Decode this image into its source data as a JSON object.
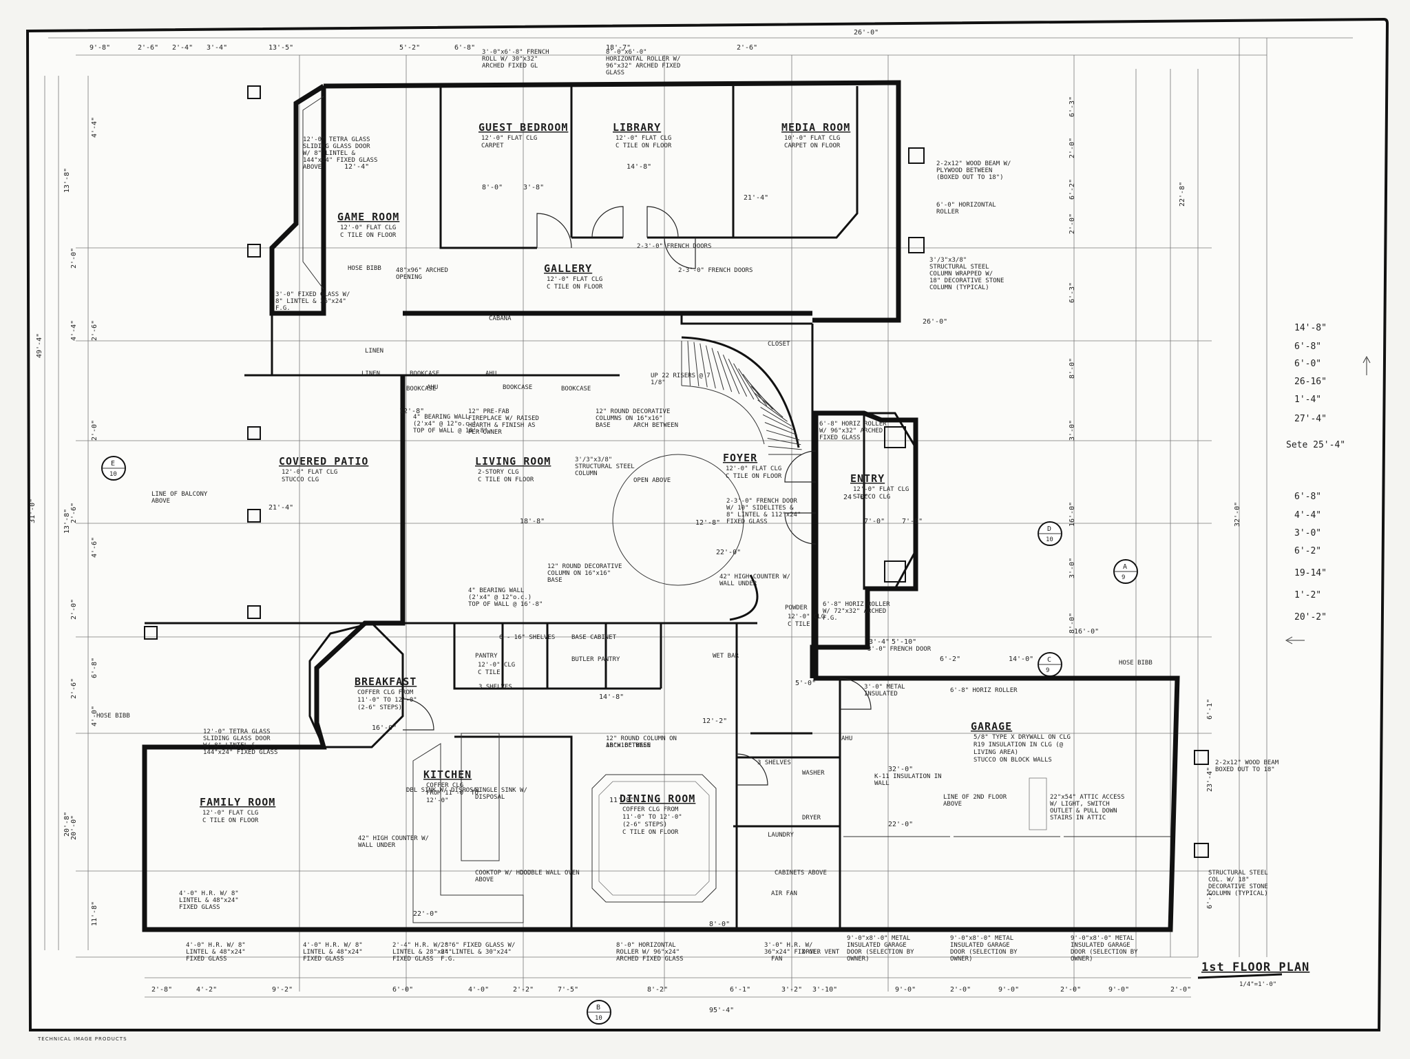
{
  "sheet": {
    "title": "1st FLOOR PLAN",
    "scale": "1/4\"=1'-0\"",
    "footer": "TECHNICAL IMAGE PRODUCTS"
  },
  "rooms": [
    {
      "id": "game-room",
      "name": "GAME ROOM",
      "notes": [
        "12'-0\" FLAT CLG",
        "C TILE ON FLOOR"
      ]
    },
    {
      "id": "guest-bedroom",
      "name": "GUEST BEDROOM",
      "notes": [
        "12'-0\" FLAT CLG",
        "CARPET"
      ]
    },
    {
      "id": "library",
      "name": "LIBRARY",
      "notes": [
        "12'-0\" FLAT CLG",
        "C TILE ON FLOOR"
      ]
    },
    {
      "id": "media-room",
      "name": "MEDIA ROOM",
      "notes": [
        "10'-0\" FLAT CLG",
        "CARPET ON FLOOR"
      ]
    },
    {
      "id": "gallery",
      "name": "GALLERY",
      "notes": [
        "12'-0\" FLAT CLG",
        "C TILE ON FLOOR"
      ]
    },
    {
      "id": "cabana",
      "name": "CABANA",
      "notes": []
    },
    {
      "id": "covered-patio",
      "name": "COVERED PATIO",
      "notes": [
        "12'-0\" FLAT CLG",
        "STUCCO CLG"
      ]
    },
    {
      "id": "living-room",
      "name": "LIVING ROOM",
      "notes": [
        "2-STORY CLG",
        "C TILE ON FLOOR"
      ]
    },
    {
      "id": "foyer",
      "name": "FOYER",
      "notes": [
        "12'-0\" FLAT CLG",
        "C TILE ON FLOOR"
      ]
    },
    {
      "id": "entry",
      "name": "ENTRY",
      "notes": [
        "12'-0\" FLAT CLG",
        "STUCCO CLG"
      ]
    },
    {
      "id": "breakfast",
      "name": "BREAKFAST",
      "notes": [
        "COFFER CLG FROM",
        "11'-0\" TO 12'-0\"",
        "(2-6\" STEPS)"
      ]
    },
    {
      "id": "pantry",
      "name": "PANTRY",
      "notes": [
        "12'-0\" CLG",
        "C TILE"
      ]
    },
    {
      "id": "butler-pantry",
      "name": "BUTLER PANTRY",
      "notes": []
    },
    {
      "id": "wet-bar",
      "name": "WET BAR",
      "notes": []
    },
    {
      "id": "powder",
      "name": "POWDER",
      "notes": [
        "12'-0\" CLG",
        "C TILE"
      ]
    },
    {
      "id": "family-room",
      "name": "FAMILY ROOM",
      "notes": [
        "12'-0\" FLAT CLG",
        "C TILE ON FLOOR"
      ]
    },
    {
      "id": "kitchen",
      "name": "KITCHEN",
      "notes": [
        "COFFER CLG",
        "FROM 11'-0\" TO",
        "12'-0\""
      ]
    },
    {
      "id": "dining-room",
      "name": "DINING ROOM",
      "notes": [
        "COFFER CLG FROM",
        "11'-0\" TO 12'-0\"",
        "(2-6\" STEPS)",
        "C TILE ON FLOOR"
      ]
    },
    {
      "id": "laundry",
      "name": "LAUNDRY",
      "notes": []
    },
    {
      "id": "garage",
      "name": "GARAGE",
      "notes": [
        "5/8\" TYPE X DRYWALL ON CLG",
        "R19 INSULATION IN CLG (@",
        "LIVING AREA)",
        "STUCCO ON BLOCK WALLS"
      ]
    },
    {
      "id": "closet",
      "name": "CLOSET",
      "notes": []
    },
    {
      "id": "bookcase-1",
      "name": "BOOKCASE",
      "notes": []
    },
    {
      "id": "bookcase-2",
      "name": "BOOKCASE",
      "notes": []
    },
    {
      "id": "linen-closet",
      "name": "LINEN",
      "notes": []
    }
  ],
  "dimensions": {
    "top": [
      "9'-8\"",
      "2'-6\"",
      "2'-4\"",
      "3'-4\"",
      "13'-5\"",
      "5'-2\"",
      "6'-8\"",
      "18'-7\"",
      "2'-6\"",
      "26'-0\""
    ],
    "top_inner": [
      "12'-4\"",
      "8'-0\"",
      "3'-8\"",
      "14'-8\"",
      "21'-4\""
    ],
    "left": [
      "13'-8\"",
      "49'-4\"",
      "13'-8\"",
      "20'-8\"",
      "31'-0\""
    ],
    "left_inner": [
      "4'-4\"",
      "2'-0\"",
      "2'-6\"",
      "4'-4\"",
      "2'-0\"",
      "2'-6\"",
      "4'-6\"",
      "2'-0\"",
      "6'-8\"",
      "2'-6\"",
      "4'-0\"",
      "20'-0\"",
      "11'-8\""
    ],
    "right": [
      "6'-3\"",
      "2'-0\"",
      "6'-2\"",
      "2'-0\"",
      "6'-3\"",
      "22'-8\"",
      "8'-0\"",
      "3'-0\"",
      "16'-0\"",
      "3'-0\"",
      "8'-0\"",
      "32'-0\"",
      "6'-1\"",
      "23'-4\"",
      "6'-1\""
    ],
    "bottom": [
      "2'-8\"",
      "4'-2\"",
      "9'-2\"",
      "6'-0\"",
      "4'-0\"",
      "2'-2\"",
      "7'-5\"",
      "8'-2\"",
      "6'-1\"",
      "3'-2\"",
      "3'-10\"",
      "9'-0\"",
      "2'-0\"",
      "9'-0\"",
      "2'-0\"",
      "9'-0\"",
      "2'-0\""
    ],
    "bottom_total": "95'-4\"",
    "interior": [
      "12'-8\"",
      "14'-8\"",
      "16'-0\"",
      "22'-0\"",
      "12'-8\"",
      "18'-8\"",
      "21'-4\"",
      "22'-0\"",
      "24'-0\"",
      "32'-0\"",
      "22'-0\"",
      "16'-0\"",
      "7'-8\"",
      "5'-0\"",
      "26'-0\"",
      "14'-0\"",
      "6'-2\"",
      "5'-10\"",
      "3'-4\"",
      "12'-2\"",
      "11'-8\"",
      "8'-0\"",
      "7'-0\""
    ]
  },
  "annotations": [
    "3'-0\"x6'-8\" FRENCH ROLL W/ 30\"x32\" ARCHED FIXED GL",
    "8'-0\"x6'-0\" HORIZONTAL ROLLER W/ 96\"x32\" ARCHED FIXED GLASS",
    "2-2x12\" WOOD BEAM W/ PLYWOOD BETWEEN (BOXED OUT TO 18\")",
    "6'-0\" HORIZONTAL ROLLER",
    "3'/3\"x3/8\" STRUCTURAL STEEL COLUMN WRAPPED W/ 18\" DECORATIVE STONE COLUMN (TYPICAL)",
    "12'-0\" TETRA GLASS SLIDING GLASS DOOR W/ 8\" LINTEL & 144\"x24\" FIXED GLASS ABOVE",
    "48\"x96\" ARCHED OPENING",
    "3'-0\" FIXED GLASS W/ 8\" LINTEL & 36\"x24\" F.G.",
    "2-3'-0\" FRENCH DOORS",
    "2-3'-0\" FRENCH DOORS",
    "4\" BEARING WALL (2'x4\" @ 12\"o.c.) TOP OF WALL @ 18'-8\"",
    "4\" BEARING WALL (2'x4\" @ 12\"o.c.) TOP OF WALL @ 16'-8\"",
    "12\" PRE-FAB FIREPLACE W/ RAISED HEARTH & FINISH AS PER OWNER",
    "12\" ROUND DECORATIVE COLUMNS ON 16\"x16\" BASE",
    "3'/3\"x3/8\" STRUCTURAL STEEL COLUMN",
    "ARCH BETWEEN",
    "OPEN ABOVE",
    "2-3'-0\" FRENCH DOOR W/ 10\" SIDELITES & 8\" LINTEL & 112\"x24\" FIXED GLASS",
    "42\" HIGH COUNTER W/ WALL UNDER",
    "12\" ROUND DECORATIVE COLUMN ON 16\"x16\" BASE",
    "12\" ROUND COLUMN ON 16\"x16\" BASE",
    "ARCH BETWEEN",
    "6'-8\" HORIZ ROLLER",
    "6'-8\" HORIZ ROLLER W/ 72\"x32\" ARCHED F.G.",
    "6'-8\" HORIZ ROLLER W/ 96\"x32\" ARCHED FIXED GLASS",
    "3'-0\" FRENCH DOOR",
    "3'-0\" METAL INSULATED",
    "K-11 INSULATION IN WALL",
    "LINE OF 2ND FLOOR ABOVE",
    "22\"x54\" ATTIC ACCESS W/ LIGHT, SWITCH OUTLET & PULL DOWN STAIRS IN ATTIC",
    "9'-0\"x8'-0\" METAL INSULATED GARAGE DOOR (SELECTION BY OWNER)",
    "9'-0\"x8'-0\" METAL INSULATED GARAGE DOOR (SELECTION BY OWNER)",
    "9'-0\"x8'-0\" METAL INSULATED GARAGE DOOR (SELECTION BY OWNER)",
    "2-2x12\" WOOD BEAM BOXED OUT TO 18\"",
    "STRUCTURAL STEEL COL. W/ 18\" DECORATIVE STONE COLUMN (TYPICAL)",
    "12'-0\" TETRA GLASS SLIDING GLASS DOOR W/ 8\" LINTEL & 144\"x24\" FIXED GLASS",
    "4'-0\" H.R. W/ 8\" LINTEL & 48\"x24\" FIXED GLASS",
    "4'-0\" H.R. W/ 8\" LINTEL & 48\"x24\" FIXED GLASS",
    "4'-0\" H.R. W/ 8\" LINTEL & 48\"x24\" FIXED GLASS",
    "2'-4\" H.R. W/ 8\" LINTEL & 28\"x24\" FIXED GLASS",
    "2'-6\" FIXED GLASS W/ 8\" LINTEL & 30\"x24\" F.G.",
    "8'-0\" HORIZONTAL ROLLER W/ 96\"x24\" ARCHED FIXED GLASS",
    "3'-0\" H.R. W/ 36\"x24\" FIX GL.",
    "DRYER VENT",
    "DBL SINK W/ DISPOSAL",
    "SINGLE SINK W/ DISPOSAL",
    "COOKTOP W/ HOOD ABOVE",
    "DOUBLE WALL OVEN",
    "42\" HIGH COUNTER W/ WALL UNDER",
    "6 - 16\" SHELVES",
    "BASE CABINET",
    "3 SHELVES",
    "3 SHELVES",
    "LINE OF BALCONY ABOVE",
    "HOSE BIBB",
    "HOSE BIBB",
    "HOSE BIBB",
    "LINEN",
    "AHU",
    "AHU",
    "AHU",
    "BOOKCASE",
    "BOOKCASE",
    "WASHER",
    "DRYER",
    "CABINETS ABOVE",
    "AIR FAN",
    "FAN",
    "UP 22 RISERS @ 7 1/8\""
  ],
  "section_markers": [
    {
      "letter": "E",
      "sheet": "10"
    },
    {
      "letter": "D",
      "sheet": "10"
    },
    {
      "letter": "A",
      "sheet": "9"
    },
    {
      "letter": "C",
      "sheet": "9"
    },
    {
      "letter": "B",
      "sheet": "10"
    }
  ],
  "margin_notes": [
    "14'-8\"",
    "6'-8\"",
    "6'-0\"",
    "26-16\"",
    "1'-4\"",
    "27'-4\"",
    "Sete 25'-4\"",
    "6'-8\"",
    "4'-4\"",
    "3'-0\"",
    "6'-2\"",
    "19-14\"",
    "1'-2\"",
    "20'-2\""
  ]
}
